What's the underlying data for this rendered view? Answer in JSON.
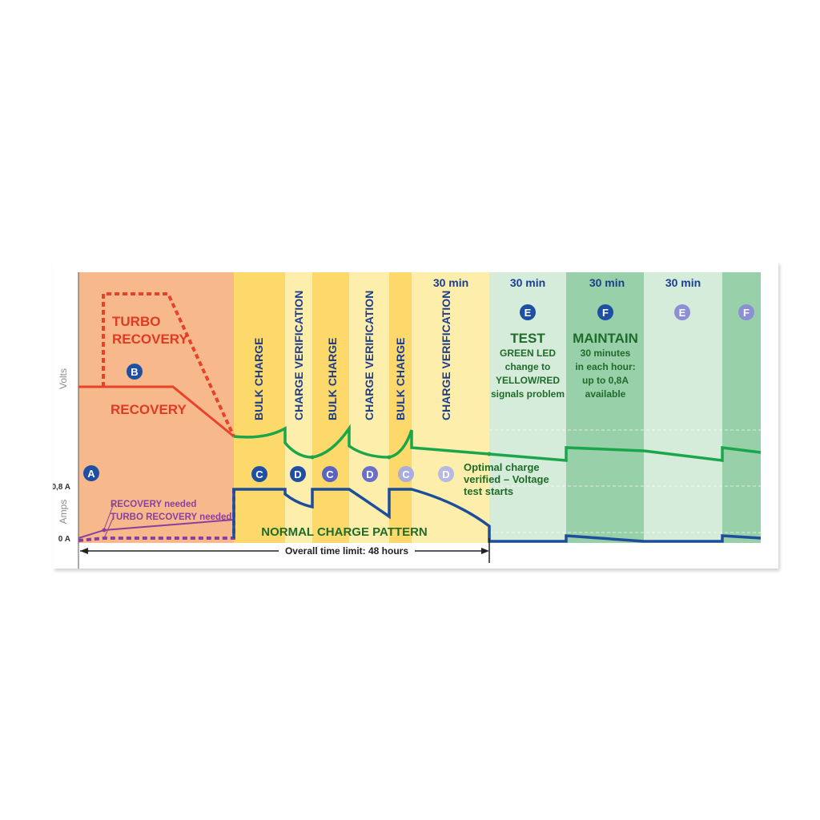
{
  "axes": {
    "volts_label": "Volts",
    "amps_label": "Amps",
    "amp_max_tick": "0,8 A",
    "amp_zero_tick": "0 A"
  },
  "badges": {
    "A": "A",
    "B": "B",
    "C": "C",
    "D": "D",
    "E": "E",
    "F": "F"
  },
  "recovery": {
    "turbo_line1": "TURBO",
    "turbo_line2": "RECOVERY",
    "recovery_label": "RECOVERY",
    "recovery_needed": "RECOVERY needed",
    "turbo_recovery_needed": "TURBO RECOVERY needed"
  },
  "phases": {
    "bulk_charge": "BULK CHARGE",
    "charge_verification": "CHARGE VERIFICATION",
    "duration": "30 min"
  },
  "test": {
    "title": "TEST",
    "line1": "GREEN LED",
    "line2": "change to",
    "line3": "YELLOW/RED",
    "line4": "signals problem"
  },
  "maintain": {
    "title": "MAINTAIN",
    "line1": "30 minutes",
    "line2": "in each hour:",
    "line3": "up to 0,8A",
    "line4": "available"
  },
  "optimal": {
    "line1": "Optimal charge",
    "line2": "verified – Voltage",
    "line3": "test starts"
  },
  "normal_pattern": "NORMAL CHARGE PATTERN",
  "time_limit": "Overall time limit: 48 hours",
  "colors": {
    "recovery_bg": "#f7b98c",
    "bulk_bg": "#fcd96a",
    "verify_bg": "#fdeeab",
    "test_bg": "#d4ecd9",
    "maintain_bg": "#98d0a9",
    "volt_line": "#1aa64a",
    "amp_line": "#1d4e9c",
    "recovery_line": "#e8432a",
    "turbo_amp_line": "#8a3fa0",
    "badge_dark": "#1e4fa3",
    "badge_light": "#8c8fd4",
    "label_blue": "#1d3d8f",
    "label_red": "#e03a23",
    "label_green": "#1f6b2a",
    "label_purple": "#8a3fa0"
  }
}
